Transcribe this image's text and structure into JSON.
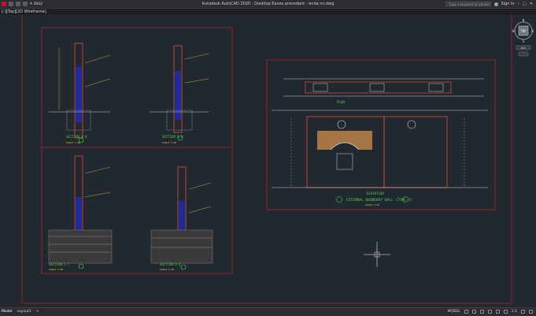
{
  "app": {
    "title": "Autodesk AutoCAD 2020 - Desktop Eaves precedent - enda no.dwg",
    "search_placeholder": "Type a keyword or phrase",
    "sign_in": "Sign in",
    "file_name": "A 3932"
  },
  "view_tab": "[-][Top][2D Wireframe]",
  "viewcube": {
    "top_label": "TOP",
    "north": "N",
    "south": "S",
    "east": "E",
    "west": "W",
    "wcs": "WCS"
  },
  "layout_tabs": [
    "Model",
    "Layout1",
    "+"
  ],
  "status": {
    "model_label": "MODEL",
    "scale": "1:1"
  },
  "drawing": {
    "left_sheet": {
      "section_titles": [
        "SECTION A-A",
        "SECTION B-B",
        "SECTION C-C",
        "SECTION D-D"
      ],
      "scale_note": "SCALE 1:20"
    },
    "right_sheet": {
      "plan_label": "PLAN",
      "elevation_label": "ELEVATION",
      "title": "EXTERNAL BOUNDARY WALL (TYPE 1)",
      "scale_note": "SCALE 1:50"
    }
  }
}
